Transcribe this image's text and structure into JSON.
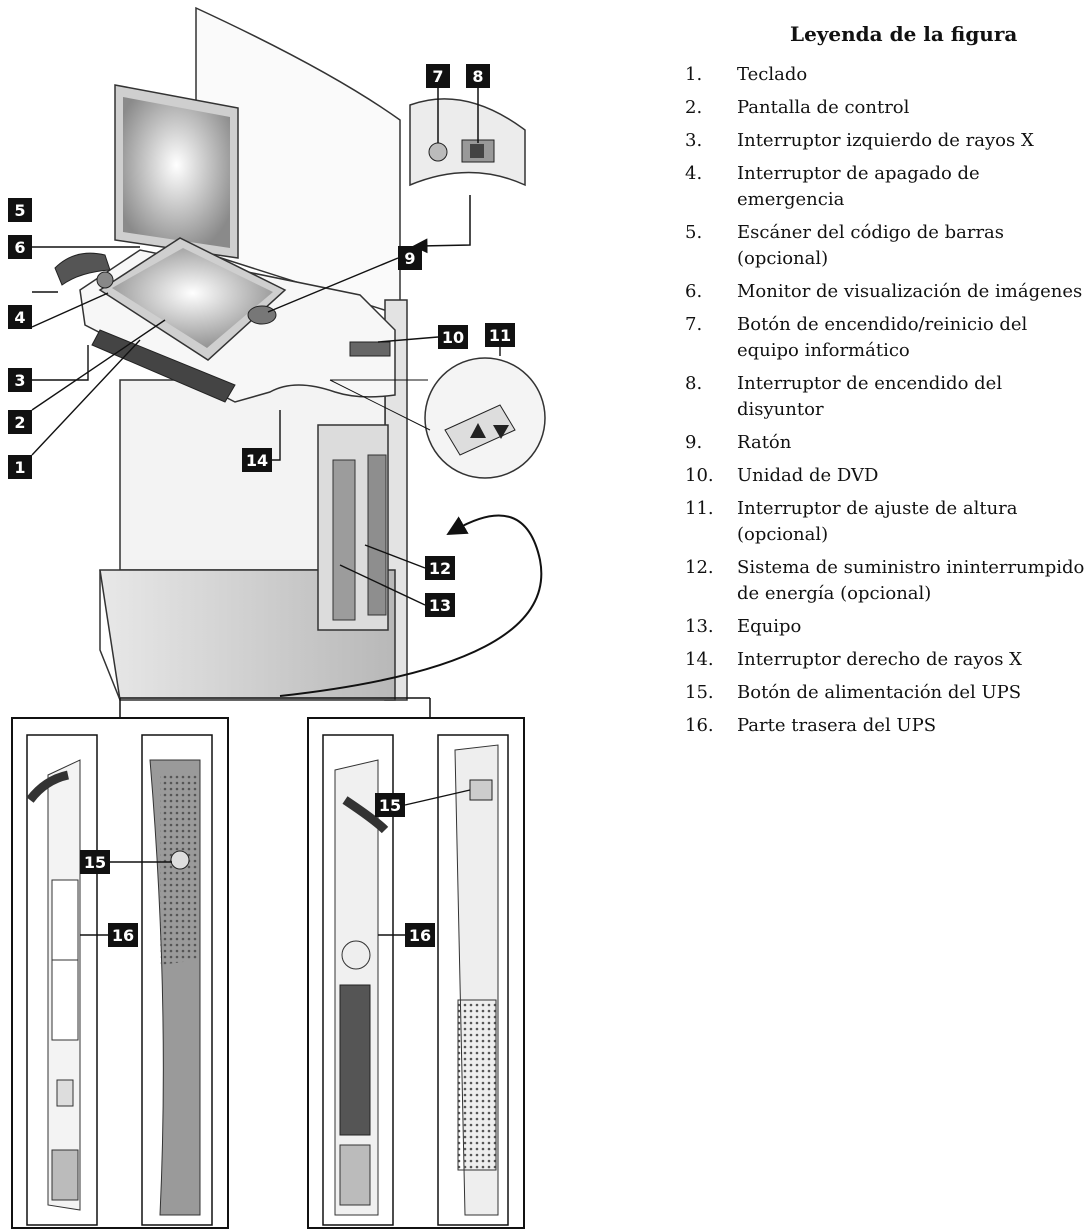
{
  "legend": {
    "title": "Leyenda de la figura",
    "items": [
      {
        "num": "1.",
        "text": "Teclado"
      },
      {
        "num": "2.",
        "text": "Pantalla de control"
      },
      {
        "num": "3.",
        "text": "Interruptor izquierdo de rayos X"
      },
      {
        "num": "4.",
        "text": "Interruptor de apagado de emergencia"
      },
      {
        "num": "5.",
        "text": "Escáner del código de barras (opcional)"
      },
      {
        "num": "6.",
        "text": "Monitor de visualización de imágenes"
      },
      {
        "num": "7.",
        "text": "Botón de encendido/reinicio del equipo informático"
      },
      {
        "num": "8.",
        "text": "Interruptor de encendido del disyuntor"
      },
      {
        "num": "9.",
        "text": "Ratón"
      },
      {
        "num": "10.",
        "text": "Unidad de DVD"
      },
      {
        "num": "11.",
        "text": "Interruptor de ajuste de altura (opcional)"
      },
      {
        "num": "12.",
        "text": "Sistema de suministro ininterrumpido de energía (opcional)"
      },
      {
        "num": "13.",
        "text": "Equipo"
      },
      {
        "num": "14.",
        "text": "Interruptor derecho de rayos X"
      },
      {
        "num": "15.",
        "text": "Botón de alimentación del UPS"
      },
      {
        "num": "16.",
        "text": "Parte trasera del UPS"
      }
    ]
  },
  "callouts": {
    "c1": "1",
    "c2": "2",
    "c3": "3",
    "c4": "4",
    "c5": "5",
    "c6": "6",
    "c7": "7",
    "c8": "8",
    "c9": "9",
    "c10": "10",
    "c11": "11",
    "c12": "12",
    "c13": "13",
    "c14": "14",
    "c15a": "15",
    "c15b": "15",
    "c16a": "16",
    "c16b": "16"
  }
}
